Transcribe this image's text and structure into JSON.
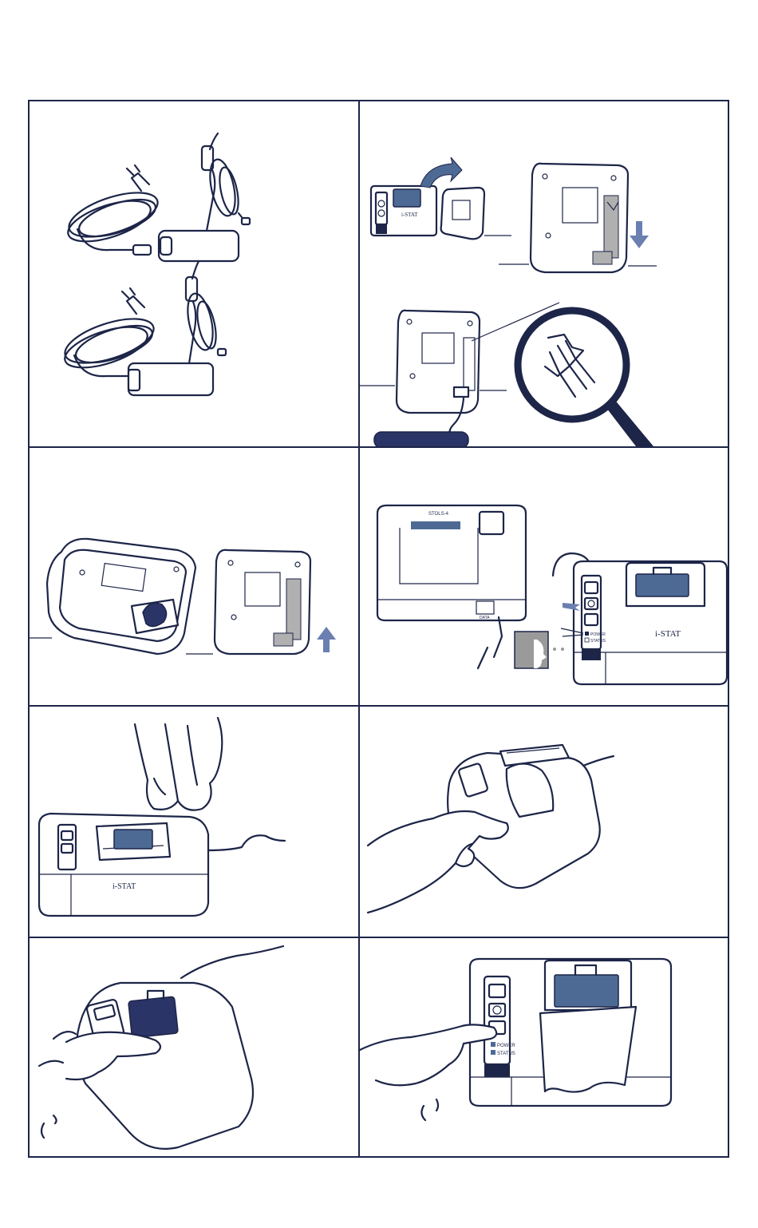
{
  "device": {
    "brand_label": "i-STAT",
    "button_labels": {
      "power": "POWER",
      "status": "STATUS"
    },
    "port_label": "DATA",
    "model_label": "STOLS-4"
  },
  "colors": {
    "ink": "#1d2548",
    "accent_blue": "#4d6a95",
    "arrow_blue": "#6b7fb0",
    "grey": "#9a9a9a"
  }
}
